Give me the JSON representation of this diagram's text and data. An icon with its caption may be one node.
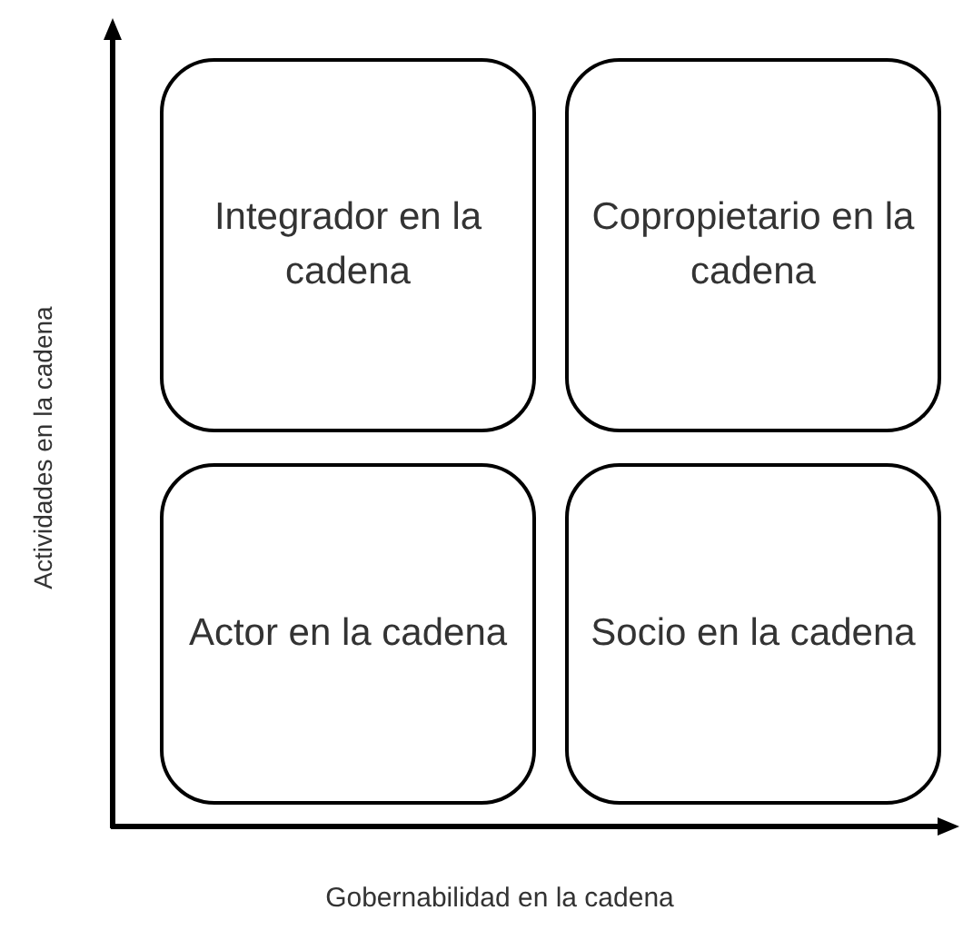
{
  "diagram": {
    "nodes": [
      {
        "text": [
          "Integrador en la cadena"
        ]
      },
      {
        "text": [
          "Copropietario en la cadena"
        ]
      },
      {
        "text": [
          "Actor en la cadena"
        ]
      },
      {
        "text": [
          "Socio en la cadena"
        ]
      }
    ],
    "labels": [
      "Actividades en la cadena",
      "Gobernabilidad en la cadena"
    ]
  }
}
